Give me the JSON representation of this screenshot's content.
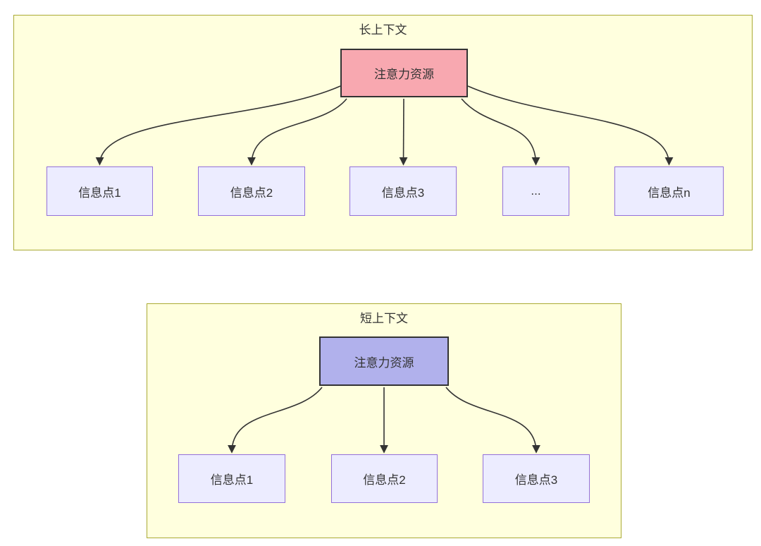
{
  "diagram": {
    "long_context": {
      "title": "长上下文",
      "source": {
        "label": "注意力资源",
        "fill": "#f8a8b0"
      },
      "targets": [
        {
          "label": "信息点1"
        },
        {
          "label": "信息点2"
        },
        {
          "label": "信息点3"
        },
        {
          "label": "..."
        },
        {
          "label": "信息点n"
        }
      ]
    },
    "short_context": {
      "title": "短上下文",
      "source": {
        "label": "注意力资源",
        "fill": "#b1b1ec"
      },
      "targets": [
        {
          "label": "信息点1"
        },
        {
          "label": "信息点2"
        },
        {
          "label": "信息点3"
        }
      ]
    },
    "colors": {
      "cluster_fill": "#ffffde",
      "cluster_border": "#aaaa33",
      "info_node_fill": "#ececff",
      "info_node_border": "#9370db",
      "source_node_border": "#333333",
      "edge_stroke": "#333333",
      "text": "#333333",
      "long_source_fill": "#f8a8b0",
      "short_source_fill": "#b1b1ec"
    }
  }
}
